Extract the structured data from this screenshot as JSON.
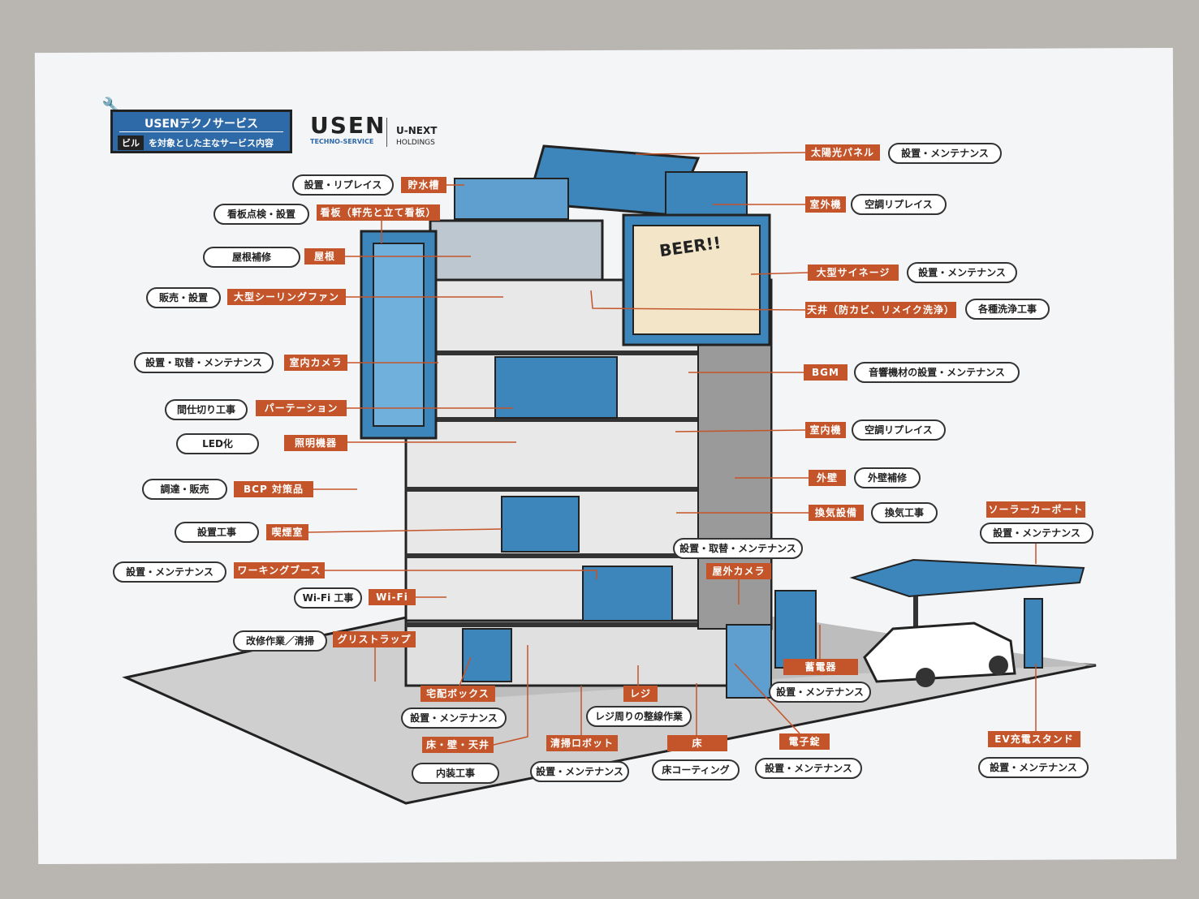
{
  "header": {
    "title": "USENテクノサービス",
    "subtitle_tag": "ビル",
    "subtitle": "を対象とした主なサービス内容"
  },
  "logo": {
    "brand": "USEN",
    "brand_sub": "TECHNO-SERVICE",
    "group": "U-NEXT",
    "group_sub": "HOLDINGS"
  },
  "signage_text": "BEER!!",
  "colors": {
    "accent": "#c4552a",
    "building_blue": "#3d86bb",
    "header_blue": "#2e69a8"
  },
  "items": [
    {
      "item": "貯水槽",
      "service": "設置・リプレイス"
    },
    {
      "item": "看板（軒先と立て看板）",
      "service": "看板点検・設置"
    },
    {
      "item": "屋根",
      "service": "屋根補修"
    },
    {
      "item": "大型シーリングファン",
      "service": "販売・設置"
    },
    {
      "item": "室内カメラ",
      "service": "設置・取替・メンテナンス"
    },
    {
      "item": "パーテーション",
      "service": "間仕切り工事"
    },
    {
      "item": "照明機器",
      "service": "LED化"
    },
    {
      "item": "BCP 対策品",
      "service": "調達・販売"
    },
    {
      "item": "喫煙室",
      "service": "設置工事"
    },
    {
      "item": "ワーキングブース",
      "service": "設置・メンテナンス"
    },
    {
      "item": "Wi-Fi",
      "service": "Wi-Fi 工事"
    },
    {
      "item": "グリストラップ",
      "service": "改修作業／清掃"
    },
    {
      "item": "宅配ボックス",
      "service": "設置・メンテナンス"
    },
    {
      "item": "床・壁・天井",
      "service": "内装工事"
    },
    {
      "item": "清掃ロボット",
      "service": "設置・メンテナンス"
    },
    {
      "item": "レジ",
      "service": "レジ周りの整線作業"
    },
    {
      "item": "床",
      "service": "床コーティング"
    },
    {
      "item": "電子錠",
      "service": "設置・メンテナンス"
    },
    {
      "item": "蓄電器",
      "service": "設置・メンテナンス"
    },
    {
      "item": "太陽光パネル",
      "service": "設置・メンテナンス"
    },
    {
      "item": "室外機",
      "service": "空調リプレイス"
    },
    {
      "item": "大型サイネージ",
      "service": "設置・メンテナンス"
    },
    {
      "item": "天井（防カビ、リメイク洗浄）",
      "service": "各種洗浄工事"
    },
    {
      "item": "BGM",
      "service": "音響機材の設置・メンテナンス"
    },
    {
      "item": "室内機",
      "service": "空調リプレイス"
    },
    {
      "item": "外壁",
      "service": "外壁補修"
    },
    {
      "item": "換気設備",
      "service": "換気工事"
    },
    {
      "item": "屋外カメラ",
      "service": "設置・取替・メンテナンス"
    },
    {
      "item": "ソーラーカーポート",
      "service": "設置・メンテナンス"
    },
    {
      "item": "EV充電スタンド",
      "service": "設置・メンテナンス"
    }
  ]
}
